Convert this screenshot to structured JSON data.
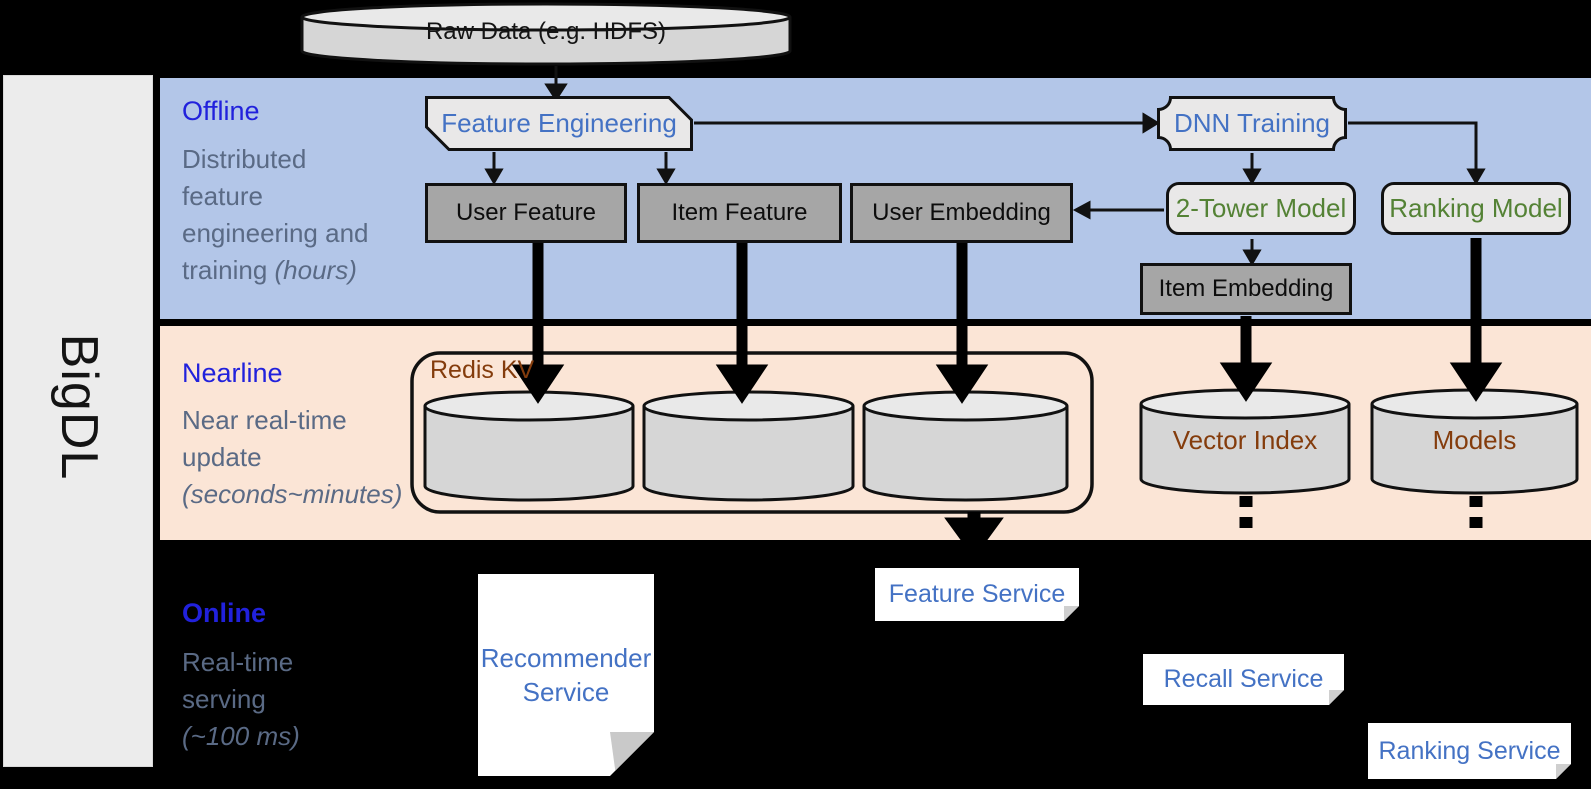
{
  "brand": "BigDL",
  "datastore_top": {
    "label": "Raw Data (e.g. HDFS)"
  },
  "sections": {
    "offline": {
      "title": "Offline",
      "line1": "Distributed",
      "line2": "feature",
      "line3": "engineering and",
      "line4": "training ",
      "line4_italic": "(hours)"
    },
    "nearline": {
      "title": "Nearline",
      "line1": "Near real-time",
      "line2": "update",
      "line3_italic": "(seconds~minutes)"
    },
    "online": {
      "title": "Online",
      "line1": "Real-time",
      "line2": "serving",
      "line3_italic": "(~100 ms)"
    }
  },
  "nodes": {
    "feature_engineering": "Feature Engineering",
    "dnn_training": "DNN Training",
    "user_feature": "User Feature",
    "item_feature": "Item Feature",
    "user_embedding": "User Embedding",
    "two_tower_model": "2-Tower Model",
    "ranking_model": "Ranking Model",
    "item_embedding": "Item Embedding"
  },
  "stores": {
    "redis_kv": "Redis KV",
    "vector_index": "Vector Index",
    "models": "Models"
  },
  "services": {
    "recommender": "Recommender Service",
    "feature": "Feature Service",
    "recall": "Recall Service",
    "ranking": "Ranking Service"
  },
  "colors": {
    "background": "#000000",
    "sidebar": "#ECECEC",
    "offline_band": "#B3C6E8",
    "nearline_band": "#FBE5D6",
    "heading_blue": "#2121DC",
    "description_gray": "#5A6A85",
    "node_label_blue": "#4472C4",
    "model_label_green": "#548235",
    "store_label_brown": "#843C0C",
    "gray_box": "#A6A6A6",
    "light_shape": "#E9E8E8"
  }
}
